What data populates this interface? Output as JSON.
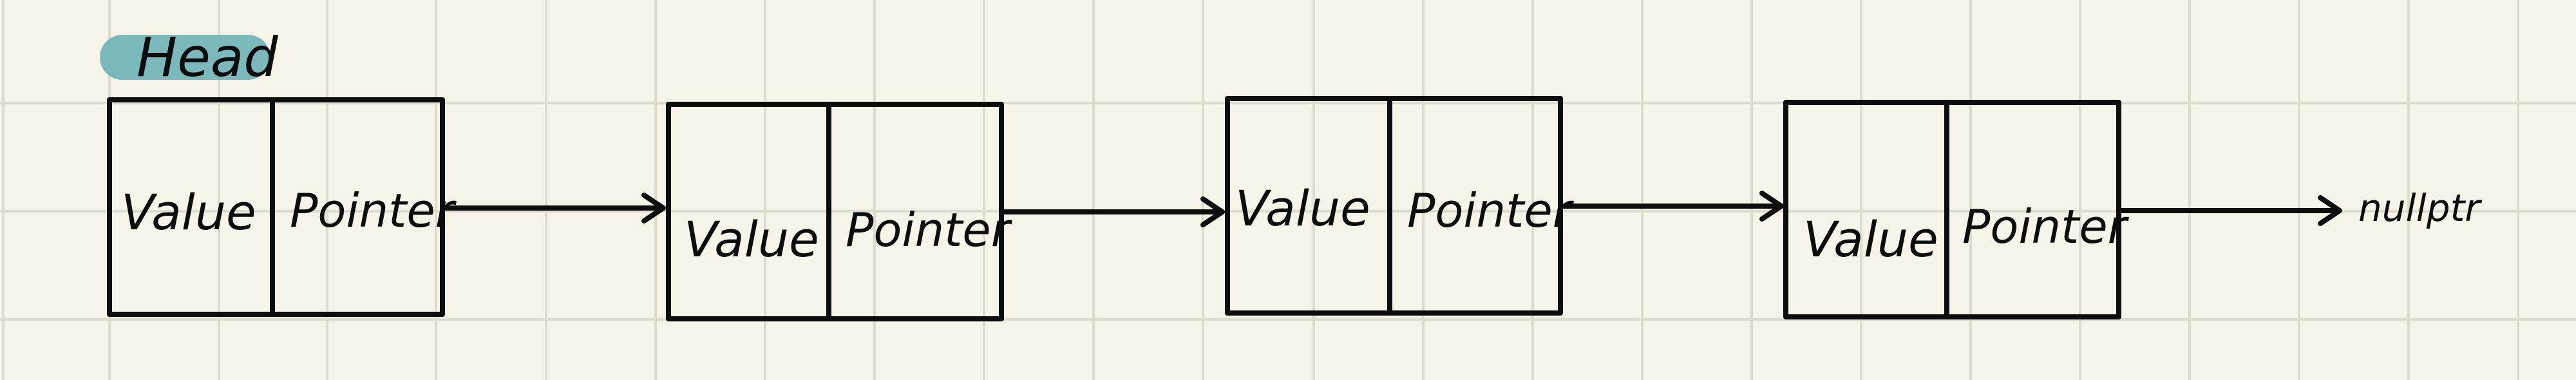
{
  "colors": {
    "background": "#f6f4e8",
    "grid": "#dcdccf",
    "ink": "#0d0d0d",
    "head_highlight": "#6fb3b8"
  },
  "head": {
    "label": "Head"
  },
  "nodes": [
    {
      "value_label": "Value",
      "pointer_label": "Pointer"
    },
    {
      "value_label": "Value",
      "pointer_label": "Pointer"
    },
    {
      "value_label": "Value",
      "pointer_label": "Pointer"
    },
    {
      "value_label": "Value",
      "pointer_label": "Pointer"
    }
  ],
  "terminal": {
    "label": "nullptr"
  }
}
